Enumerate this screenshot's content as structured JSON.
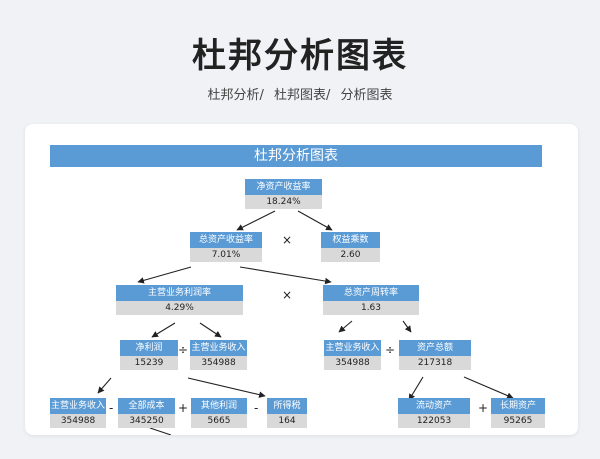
{
  "page": {
    "title": "杜邦分析图表",
    "breadcrumb": [
      "杜邦分析/",
      "杜邦图表/",
      "分析图表"
    ]
  },
  "diagram": {
    "banner": "杜邦分析图表",
    "nodes": {
      "roe": {
        "label": "净资产收益率",
        "value": "18.24%"
      },
      "roa": {
        "label": "总资产收益率",
        "value": "7.01%"
      },
      "equity_multiplier": {
        "label": "权益乘数",
        "value": "2.60"
      },
      "profit_margin": {
        "label": "主营业务利润率",
        "value": "4.29%"
      },
      "asset_turnover": {
        "label": "总资产周转率",
        "value": "1.63"
      },
      "net_profit": {
        "label": "净利润",
        "value": "15239"
      },
      "revenue_left": {
        "label": "主营业务收入",
        "value": "354988"
      },
      "revenue_right": {
        "label": "主营业务收入",
        "value": "354988"
      },
      "total_assets": {
        "label": "资产总额",
        "value": "217318"
      },
      "revenue_bottom": {
        "label": "主营业务收入",
        "value": "354988"
      },
      "total_cost": {
        "label": "全部成本",
        "value": "345250"
      },
      "other_profit": {
        "label": "其他利润",
        "value": "5665"
      },
      "income_tax": {
        "label": "所得税",
        "value": "164"
      },
      "current_assets": {
        "label": "流动资产",
        "value": "122053"
      },
      "long_term_assets": {
        "label": "长期资产",
        "value": "95265"
      }
    },
    "operators": {
      "times_1": "×",
      "times_2": "×",
      "divide_1": "÷",
      "divide_2": "÷",
      "minus_1": "-",
      "plus_1": "+",
      "minus_2": "-",
      "plus_2": "+"
    }
  }
}
